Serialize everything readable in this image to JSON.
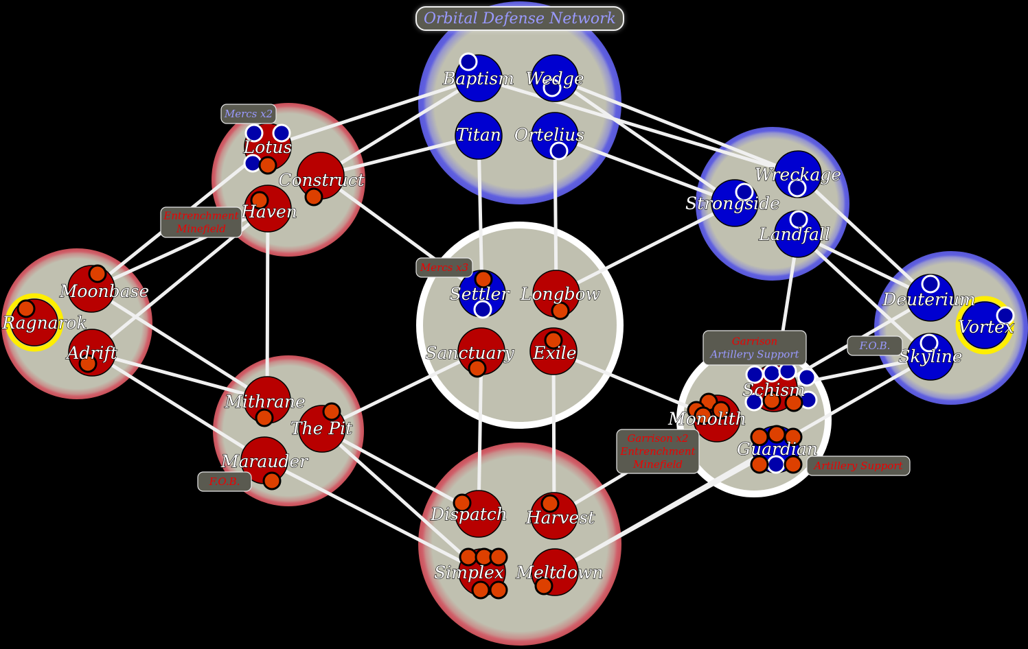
{
  "title": "Orbital Defense Network",
  "colors": {
    "background": "#000000",
    "region_fill": "#c0c0b0",
    "red_faction_ring": "#d0606a",
    "blue_faction_ring": "#6060e0",
    "neutral_ring": "#ffffff",
    "red_planet": "#b80000",
    "blue_planet": "#0000d0",
    "red_unit": "#dd4000",
    "blue_unit": "#0000aa",
    "capital_ring": "#ffee00",
    "tag_bg": "#5a5a50",
    "tag_red_text": "#ee0000",
    "tag_blue_text": "#9a9aff",
    "link": "#f0f0f0"
  },
  "regions": [
    {
      "id": "orbital",
      "faction": "blue",
      "name": "Orbital Defense Network"
    },
    {
      "id": "northwest",
      "faction": "red"
    },
    {
      "id": "west",
      "faction": "red"
    },
    {
      "id": "southwest",
      "faction": "red"
    },
    {
      "id": "center",
      "faction": "neutral"
    },
    {
      "id": "south",
      "faction": "red"
    },
    {
      "id": "east",
      "faction": "blue"
    },
    {
      "id": "fareast",
      "faction": "blue"
    },
    {
      "id": "southeast",
      "faction": "neutral"
    }
  ],
  "planets": [
    {
      "name": "Baptism",
      "owner": "blue",
      "units": {
        "red": 0,
        "blue": 1
      }
    },
    {
      "name": "Wedge",
      "owner": "blue",
      "units": {
        "red": 0,
        "blue": 1
      }
    },
    {
      "name": "Titan",
      "owner": "blue",
      "units": {
        "red": 0,
        "blue": 0
      }
    },
    {
      "name": "Ortelius",
      "owner": "blue",
      "units": {
        "red": 0,
        "blue": 1
      }
    },
    {
      "name": "Lotus",
      "owner": "red",
      "units": {
        "red": 1,
        "blue": 3
      }
    },
    {
      "name": "Construct",
      "owner": "red",
      "units": {
        "red": 1,
        "blue": 0
      }
    },
    {
      "name": "Haven",
      "owner": "red",
      "units": {
        "red": 1,
        "blue": 0
      }
    },
    {
      "name": "Moonbase",
      "owner": "red",
      "units": {
        "red": 1,
        "blue": 0
      }
    },
    {
      "name": "Ragnarok",
      "owner": "red",
      "capital": true,
      "units": {
        "red": 1,
        "blue": 0
      }
    },
    {
      "name": "Adrift",
      "owner": "red",
      "units": {
        "red": 1,
        "blue": 0
      }
    },
    {
      "name": "Mithrane",
      "owner": "red",
      "units": {
        "red": 1,
        "blue": 0
      }
    },
    {
      "name": "The Pit",
      "owner": "red",
      "units": {
        "red": 1,
        "blue": 0
      }
    },
    {
      "name": "Marauder",
      "owner": "red",
      "units": {
        "red": 1,
        "blue": 0
      }
    },
    {
      "name": "Settler",
      "owner": "blue",
      "units": {
        "red": 1,
        "blue": 1
      }
    },
    {
      "name": "Longbow",
      "owner": "red",
      "units": {
        "red": 1,
        "blue": 0
      }
    },
    {
      "name": "Sanctuary",
      "owner": "red",
      "units": {
        "red": 1,
        "blue": 0
      }
    },
    {
      "name": "Exile",
      "owner": "red",
      "units": {
        "red": 1,
        "blue": 0
      }
    },
    {
      "name": "Dispatch",
      "owner": "red",
      "units": {
        "red": 1,
        "blue": 0
      }
    },
    {
      "name": "Harvest",
      "owner": "red",
      "units": {
        "red": 1,
        "blue": 0
      }
    },
    {
      "name": "Simplex",
      "owner": "red",
      "units": {
        "red": 5,
        "blue": 0
      }
    },
    {
      "name": "Meltdown",
      "owner": "red",
      "units": {
        "red": 1,
        "blue": 0
      }
    },
    {
      "name": "Wreckage",
      "owner": "blue",
      "units": {
        "red": 0,
        "blue": 1
      }
    },
    {
      "name": "Strongside",
      "owner": "blue",
      "units": {
        "red": 0,
        "blue": 1
      }
    },
    {
      "name": "Landfall",
      "owner": "blue",
      "units": {
        "red": 0,
        "blue": 1
      }
    },
    {
      "name": "Deuterium",
      "owner": "blue",
      "units": {
        "red": 0,
        "blue": 1
      }
    },
    {
      "name": "Vortex",
      "owner": "blue",
      "capital": true,
      "units": {
        "red": 0,
        "blue": 1
      }
    },
    {
      "name": "Skyline",
      "owner": "blue",
      "units": {
        "red": 0,
        "blue": 1
      }
    },
    {
      "name": "Schism",
      "owner": "red",
      "units": {
        "red": 2,
        "blue": 6
      }
    },
    {
      "name": "Monolith",
      "owner": "red",
      "units": {
        "red": 4,
        "blue": 0
      }
    },
    {
      "name": "Guardian",
      "owner": "blue",
      "units": {
        "red": 5,
        "blue": 1
      }
    }
  ],
  "tags": [
    {
      "attached_to": "Lotus",
      "lines": [
        {
          "text": "Mercs x2",
          "color": "blue"
        }
      ]
    },
    {
      "attached_to": "Haven",
      "lines": [
        {
          "text": "Entrenchment",
          "color": "red"
        },
        {
          "text": "Minefield",
          "color": "red"
        }
      ]
    },
    {
      "attached_to": "Marauder",
      "lines": [
        {
          "text": "F.O.B.",
          "color": "red"
        }
      ]
    },
    {
      "attached_to": "Settler",
      "lines": [
        {
          "text": "Mercs x3",
          "color": "red"
        }
      ]
    },
    {
      "attached_to": "Schism",
      "lines": [
        {
          "text": "Garrison",
          "color": "red"
        },
        {
          "text": "Artillery Support",
          "color": "blue"
        }
      ]
    },
    {
      "attached_to": "Skyline",
      "lines": [
        {
          "text": "F.O.B.",
          "color": "blue"
        }
      ]
    },
    {
      "attached_to": "Monolith",
      "lines": [
        {
          "text": "Garrison x2",
          "color": "red"
        },
        {
          "text": "Entrenchment",
          "color": "red"
        },
        {
          "text": "Minefield",
          "color": "red"
        }
      ]
    },
    {
      "attached_to": "Guardian",
      "lines": [
        {
          "text": "Artillery Support",
          "color": "red"
        }
      ]
    }
  ],
  "links": [
    [
      "Lotus",
      "Baptism"
    ],
    [
      "Construct",
      "Baptism"
    ],
    [
      "Construct",
      "Titan"
    ],
    [
      "Construct",
      "Settler"
    ],
    [
      "Lotus",
      "Moonbase"
    ],
    [
      "Haven",
      "Moonbase"
    ],
    [
      "Haven",
      "Adrift"
    ],
    [
      "Haven",
      "Mithrane"
    ],
    [
      "Moonbase",
      "Mithrane"
    ],
    [
      "Adrift",
      "Mithrane"
    ],
    [
      "Adrift",
      "Marauder"
    ],
    [
      "Titan",
      "Settler"
    ],
    [
      "Ortelius",
      "Longbow"
    ],
    [
      "Ortelius",
      "Strongside"
    ],
    [
      "Wedge",
      "Strongside"
    ],
    [
      "Wedge",
      "Wreckage"
    ],
    [
      "Baptism",
      "Wreckage"
    ],
    [
      "Longbow",
      "Strongside"
    ],
    [
      "Sanctuary",
      "The Pit"
    ],
    [
      "Sanctuary",
      "Dispatch"
    ],
    [
      "Exile",
      "Harvest"
    ],
    [
      "Exile",
      "Monolith"
    ],
    [
      "The Pit",
      "Dispatch"
    ],
    [
      "The Pit",
      "Simplex"
    ],
    [
      "Marauder",
      "Simplex"
    ],
    [
      "Harvest",
      "Monolith"
    ],
    [
      "Meltdown",
      "Guardian"
    ],
    [
      "Meltdown",
      "Skyline"
    ],
    [
      "Wreckage",
      "Deuterium"
    ],
    [
      "Landfall",
      "Deuterium"
    ],
    [
      "Landfall",
      "Skyline"
    ],
    [
      "Landfall",
      "Schism"
    ],
    [
      "Schism",
      "Skyline"
    ],
    [
      "Schism",
      "Deuterium"
    ]
  ]
}
